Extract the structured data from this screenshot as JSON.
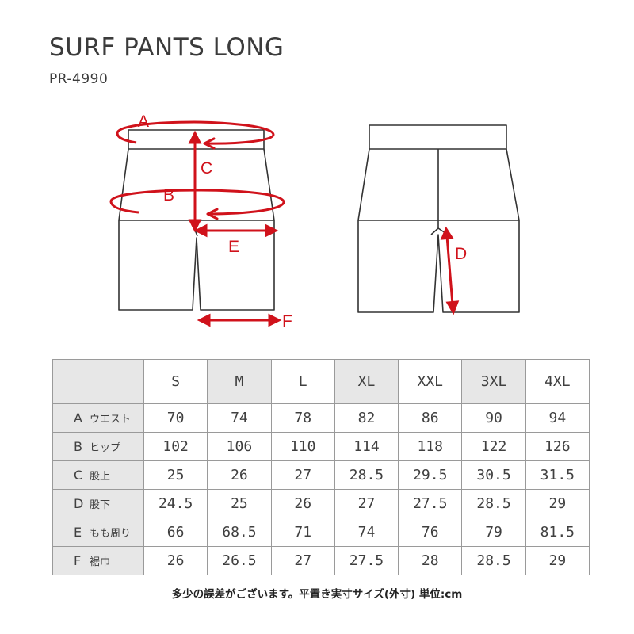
{
  "product": {
    "name": "SURF PANTS LONG",
    "code": "PR-4990"
  },
  "diagram_labels": {
    "a": "A",
    "b": "B",
    "c": "C",
    "d": "D",
    "e": "E",
    "f": "F"
  },
  "colors": {
    "accent": "#d0121b",
    "outline": "#333333",
    "header_shade": "#e7e7e7",
    "border": "#9a9a9a"
  },
  "table": {
    "sizes": [
      "S",
      "M",
      "L",
      "XL",
      "XXL",
      "3XL",
      "4XL"
    ],
    "rows": [
      {
        "letter": "A",
        "name": "ウエスト",
        "values": [
          "70",
          "74",
          "78",
          "82",
          "86",
          "90",
          "94"
        ]
      },
      {
        "letter": "B",
        "name": "ヒップ",
        "values": [
          "102",
          "106",
          "110",
          "114",
          "118",
          "122",
          "126"
        ]
      },
      {
        "letter": "C",
        "name": "股上",
        "values": [
          "25",
          "26",
          "27",
          "28.5",
          "29.5",
          "30.5",
          "31.5"
        ]
      },
      {
        "letter": "D",
        "name": "股下",
        "values": [
          "24.5",
          "25",
          "26",
          "27",
          "27.5",
          "28.5",
          "29"
        ]
      },
      {
        "letter": "E",
        "name": "もも周り",
        "values": [
          "66",
          "68.5",
          "71",
          "74",
          "76",
          "79",
          "81.5"
        ]
      },
      {
        "letter": "F",
        "name": "裾巾",
        "values": [
          "26",
          "26.5",
          "27",
          "27.5",
          "28",
          "28.5",
          "29"
        ]
      }
    ]
  },
  "note": "多少の誤差がございます。平置き実寸サイズ(外寸) 単位:cm"
}
